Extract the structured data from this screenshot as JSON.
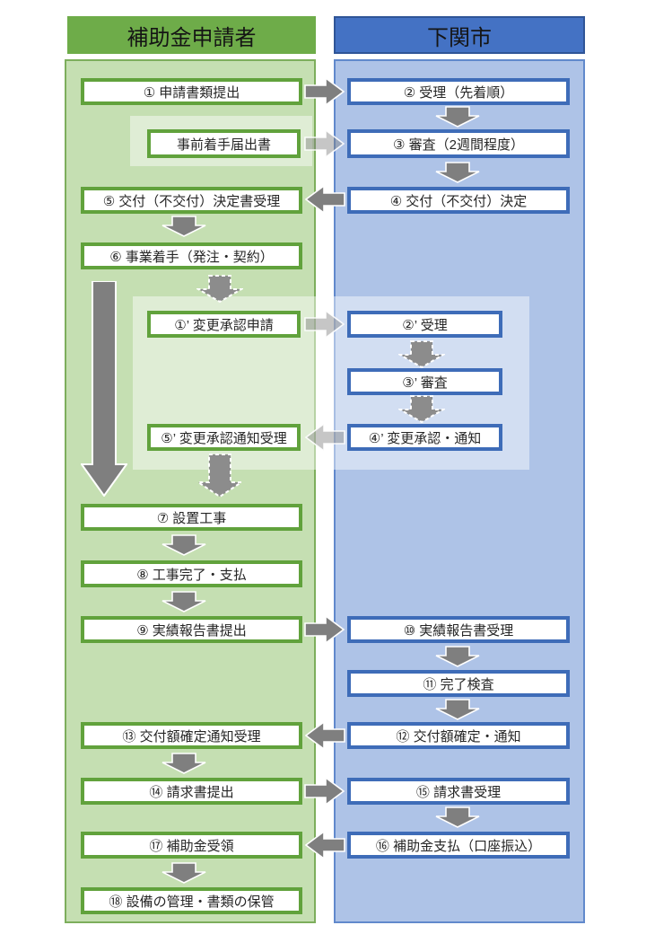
{
  "headers": {
    "applicant": "補助金申請者",
    "city": "下関市"
  },
  "steps": {
    "s1": "① 申請書類提出",
    "s2": "② 受理（先着順）",
    "pre": "事前着手届出書",
    "s3": "③ 審査（2週間程度）",
    "s4": "④ 交付（不交付）決定",
    "s5": "⑤ 交付（不交付）決定書受理",
    "s6": "⑥ 事業着手（発注・契約）",
    "c1": "①’ 変更承認申請",
    "c2": "②’ 受理",
    "c3": "③’ 審査",
    "c4": "④’ 変更承認・通知",
    "c5": "⑤’ 変更承認通知受理",
    "s7": "⑦ 設置工事",
    "s8": "⑧ 工事完了・支払",
    "s9": "⑨ 実績報告書提出",
    "s10": "⑩ 実績報告書受理",
    "s11": "⑪ 完了検査",
    "s12": "⑫ 交付額確定・通知",
    "s13": "⑬ 交付額確定通知受理",
    "s14": "⑭ 請求書提出",
    "s15": "⑮ 請求書受理",
    "s16": "⑯ 補助金支払（口座振込）",
    "s17": "⑰ 補助金受領",
    "s18": "⑱ 設備の管理・書類の保管"
  },
  "colors": {
    "applicant_header_green": "#6eac49",
    "applicant_panel_green": "#c5dfb2",
    "applicant_box_border_green": "#61a23c",
    "city_header_blue": "#4472c4",
    "city_panel_blue": "#aec3e7",
    "city_box_border_blue": "#3e6cb8",
    "arrow_gray": "#7f7f7f",
    "box_fill": "#ffffff"
  }
}
